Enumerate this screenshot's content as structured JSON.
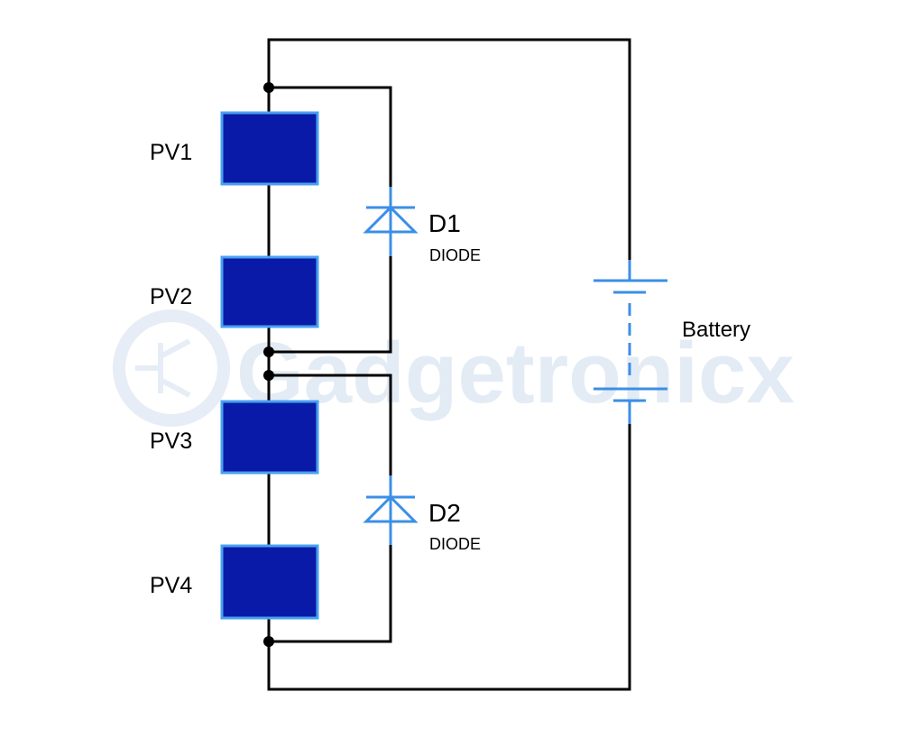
{
  "components": {
    "pv_panels": [
      {
        "id": "pv1",
        "label": "PV1"
      },
      {
        "id": "pv2",
        "label": "PV2"
      },
      {
        "id": "pv3",
        "label": "PV3"
      },
      {
        "id": "pv4",
        "label": "PV4"
      }
    ],
    "diodes": [
      {
        "id": "d1",
        "label": "D1",
        "type": "DIODE"
      },
      {
        "id": "d2",
        "label": "D2",
        "type": "DIODE"
      }
    ],
    "battery": {
      "label": "Battery"
    }
  },
  "watermark": {
    "text": "Gadgetronicx"
  },
  "colors": {
    "wire": "#000000",
    "component_outline": "#3b8fe6",
    "panel_fill": "#0a1aa8",
    "panel_border": "#4aa0f0",
    "watermark": "#e3ebf5"
  }
}
